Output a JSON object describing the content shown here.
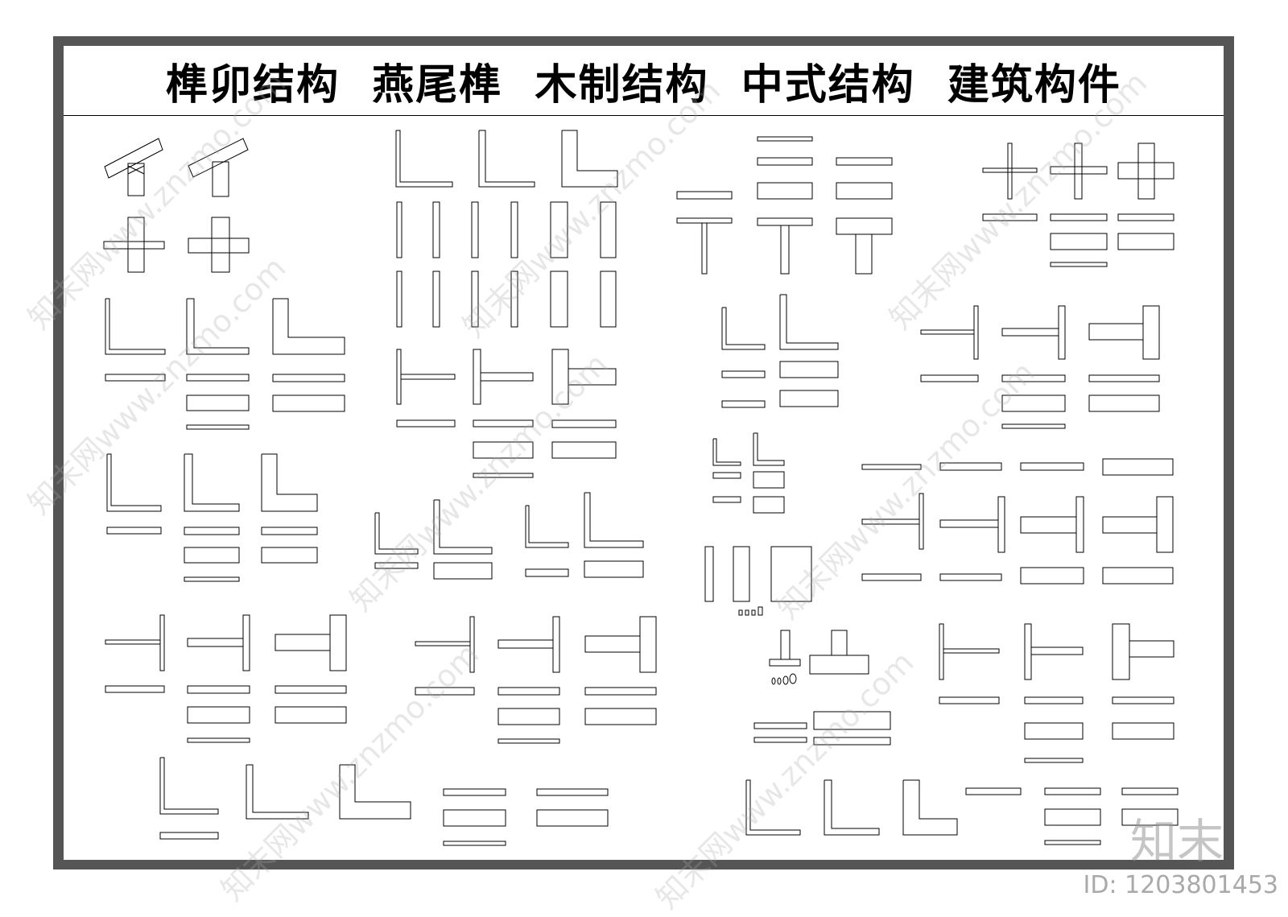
{
  "title": "榫卯结构  燕尾榫  木制结构  中式结构  建筑构件",
  "watermark": "知末网www.znzmo.com",
  "brand_logo": "知末",
  "id_label": "ID: 1203801453",
  "colors": {
    "frame": "#555555",
    "line": "#000000"
  }
}
